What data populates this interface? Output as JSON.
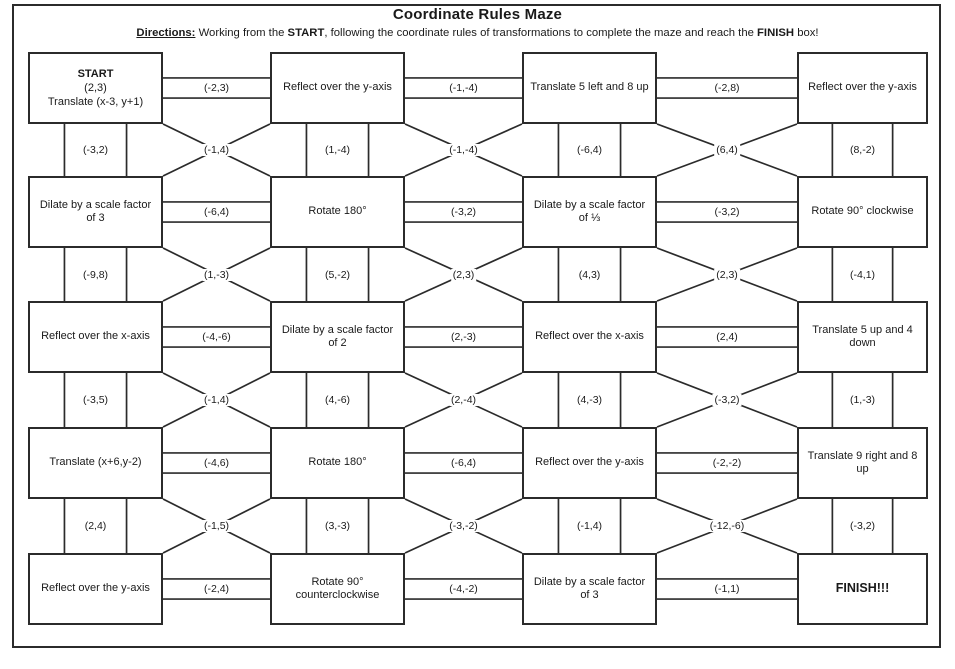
{
  "header": {
    "title": "Coordinate Rules Maze",
    "directions_label": "Directions:",
    "directions_part1": " Working from the ",
    "directions_start": "START",
    "directions_part2": ", following the coordinate rules of transformations to complete the maze and reach the ",
    "directions_finish": "FINISH",
    "directions_part3": " box!"
  },
  "maze": {
    "rows": 5,
    "cols": 4,
    "nodes": [
      [
        {
          "id": "r1c1",
          "kind": "start",
          "head": "START",
          "coord": "(2,3)",
          "rule": "Translate (x-3, y+1)"
        },
        {
          "id": "r1c2",
          "kind": "rule",
          "rule": "Reflect over the y-axis"
        },
        {
          "id": "r1c3",
          "kind": "rule",
          "rule": "Translate 5 left and 8 up"
        },
        {
          "id": "r1c4",
          "kind": "rule",
          "rule": "Reflect over the y-axis"
        }
      ],
      [
        {
          "id": "r2c1",
          "kind": "rule",
          "rule": "Dilate by a scale factor of 3"
        },
        {
          "id": "r2c2",
          "kind": "rule",
          "rule": "Rotate 180°"
        },
        {
          "id": "r2c3",
          "kind": "rule",
          "rule": "Dilate by a scale factor of ⅓"
        },
        {
          "id": "r2c4",
          "kind": "rule",
          "rule": "Rotate 90° clockwise"
        }
      ],
      [
        {
          "id": "r3c1",
          "kind": "rule",
          "rule": "Reflect over the x-axis"
        },
        {
          "id": "r3c2",
          "kind": "rule",
          "rule": "Dilate by a scale factor of 2"
        },
        {
          "id": "r3c3",
          "kind": "rule",
          "rule": "Reflect over the x-axis"
        },
        {
          "id": "r3c4",
          "kind": "rule",
          "rule": "Translate 5 up and 4 down"
        }
      ],
      [
        {
          "id": "r4c1",
          "kind": "rule",
          "rule": "Translate (x+6,y-2)"
        },
        {
          "id": "r4c2",
          "kind": "rule",
          "rule": "Rotate 180°"
        },
        {
          "id": "r4c3",
          "kind": "rule",
          "rule": "Reflect over the y-axis"
        },
        {
          "id": "r4c4",
          "kind": "rule",
          "rule": "Translate 9 right and 8 up"
        }
      ],
      [
        {
          "id": "r5c1",
          "kind": "rule",
          "rule": "Reflect over the y-axis"
        },
        {
          "id": "r5c2",
          "kind": "rule",
          "rule": "Rotate 90° counterclockwise"
        },
        {
          "id": "r5c3",
          "kind": "rule",
          "rule": "Dilate by a scale factor of 3"
        },
        {
          "id": "r5c4",
          "kind": "finish",
          "rule": "FINISH!!!"
        }
      ]
    ],
    "horizontal_labels": [
      [
        "(-2,3)",
        "(-1,-4)",
        "(-2,8)"
      ],
      [
        "(-6,4)",
        "(-3,2)",
        "(-3,2)"
      ],
      [
        "(-4,-6)",
        "(2,-3)",
        "(2,4)"
      ],
      [
        "(-4,6)",
        "(-6,4)",
        "(-2,-2)"
      ],
      [
        "(-2,4)",
        "(-4,-2)",
        "(-1,1)"
      ]
    ],
    "vertical_labels": [
      [
        "(-3,2)",
        "(1,-4)",
        "(-6,4)",
        "(8,-2)"
      ],
      [
        "(-9,8)",
        "(5,-2)",
        "(4,3)",
        "(-4,1)"
      ],
      [
        "(-3,5)",
        "(4,-6)",
        "(4,-3)",
        "(1,-3)"
      ],
      [
        "(2,4)",
        "(3,-3)",
        "(-1,4)",
        "(-3,2)"
      ]
    ],
    "diagonal_labels": [
      [
        "(-1,4)",
        "(-1,-4)",
        "(6,4)"
      ],
      [
        "(1,-3)",
        "(2,3)",
        "(2,3)"
      ],
      [
        "(-1,4)",
        "(2,-4)",
        "(-3,2)"
      ],
      [
        "(-1,5)",
        "(-3,-2)",
        "(-12,-6)"
      ]
    ]
  }
}
